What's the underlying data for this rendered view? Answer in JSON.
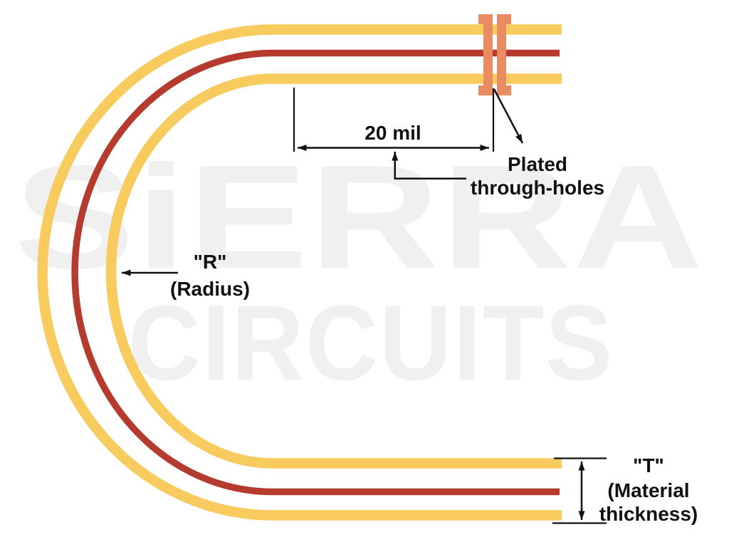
{
  "page": {
    "background": "#ffffff"
  },
  "colors": {
    "copper": "#F7CB5D",
    "substrate": "#B43B2D",
    "via": "#EA8C61",
    "watermark": "#F0F0F0",
    "annotation": "#111111"
  },
  "watermark": {
    "line1": "SiERRA",
    "line2": "CIRCUITS"
  },
  "labels": {
    "dimension": "20 mil",
    "via": {
      "line1": "Plated",
      "line2": "through-holes"
    },
    "radius": {
      "line1": "\"R\"",
      "line2": "(Radius)"
    },
    "thickness": {
      "line1": "\"T\"",
      "line2": "(Material",
      "line3": "thickness)"
    }
  }
}
